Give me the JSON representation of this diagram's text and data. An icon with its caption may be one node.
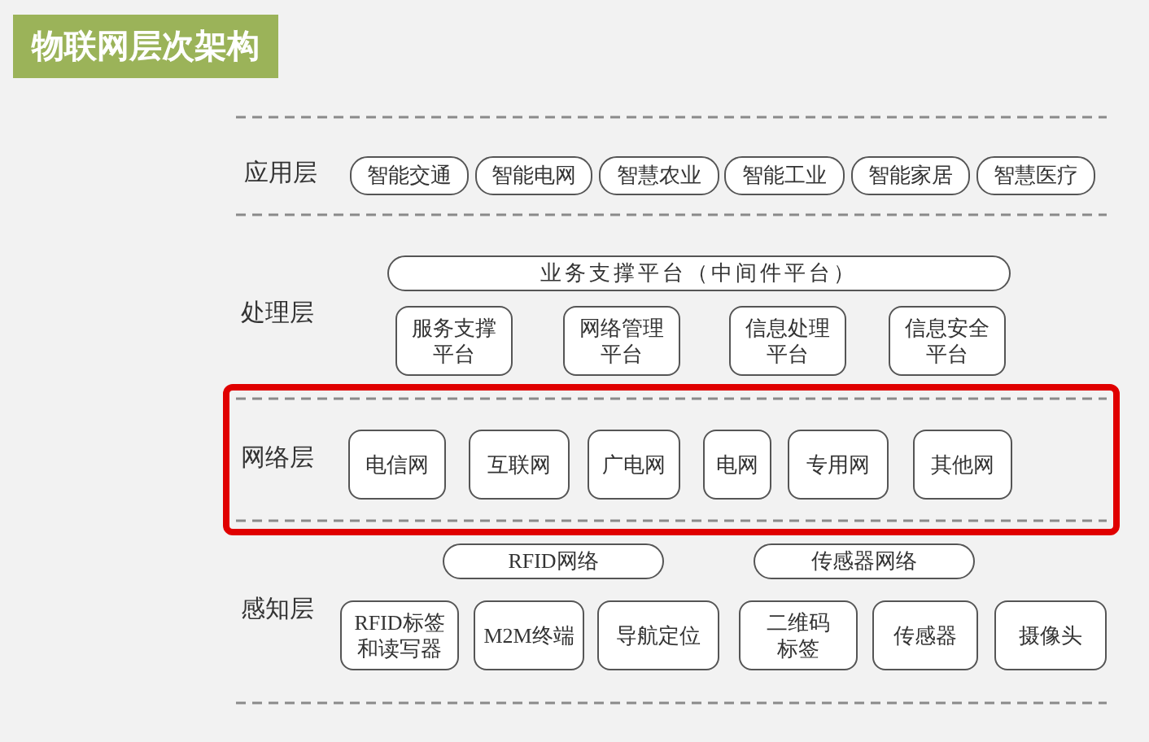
{
  "diagram": {
    "title": "物联网层次架构",
    "nodes": [
      {
        "text": [
          "智能交通"
        ]
      },
      {
        "text": [
          "智能电网"
        ]
      },
      {
        "text": [
          "智慧农业"
        ]
      },
      {
        "text": [
          "智能工业"
        ]
      },
      {
        "text": [
          "智能家居"
        ]
      },
      {
        "text": [
          "智慧医疗"
        ]
      },
      {
        "text": [
          "业务支撑平台（中间件平台）"
        ]
      },
      {
        "text": [
          "服务支撑平台"
        ]
      },
      {
        "text": [
          "网络管理平台"
        ]
      },
      {
        "text": [
          "信息处理平台"
        ]
      },
      {
        "text": [
          "信息安全平台"
        ]
      },
      {
        "text": [
          "网络层"
        ]
      },
      {
        "text": [
          "电信网"
        ],
        "in": 11
      },
      {
        "text": [
          "互联网"
        ],
        "in": 11
      },
      {
        "text": [
          "广电网"
        ],
        "in": 11
      },
      {
        "text": [
          "电网"
        ],
        "in": 11
      },
      {
        "text": [
          "专用网"
        ],
        "in": 11
      },
      {
        "text": [
          "其他网"
        ],
        "in": 11
      },
      {
        "text": [
          "RFID网络"
        ]
      },
      {
        "text": [
          "传感器网络"
        ]
      },
      {
        "text": [
          "RFID标签和读写器"
        ]
      },
      {
        "text": [
          "M2M终端"
        ]
      },
      {
        "text": [
          "导航定位"
        ]
      },
      {
        "text": [
          "二维码标签"
        ]
      },
      {
        "text": [
          "传感器"
        ]
      },
      {
        "text": [
          "摄像头"
        ]
      }
    ],
    "labels": [
      "应用层",
      "处理层",
      "感知层"
    ]
  }
}
